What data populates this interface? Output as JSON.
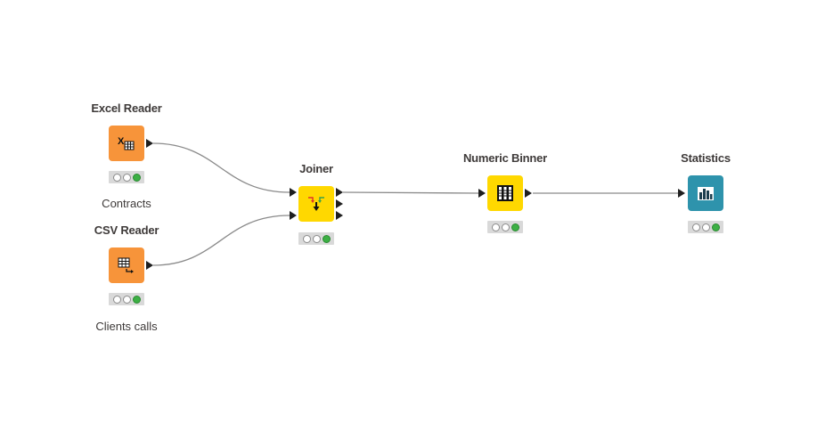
{
  "workflow": {
    "nodes": {
      "excel_reader": {
        "title": "Excel Reader",
        "label": "Contracts",
        "icon": "excel-table-icon",
        "color": "#f7943a",
        "status": [
          "off",
          "off",
          "on"
        ]
      },
      "csv_reader": {
        "title": "CSV Reader",
        "label": "Clients calls",
        "icon": "csv-table-arrow-icon",
        "color": "#f7943a",
        "status": [
          "off",
          "off",
          "on"
        ]
      },
      "joiner": {
        "title": "Joiner",
        "label": "",
        "icon": "join-arrows-icon",
        "color": "#ffd800",
        "status": [
          "off",
          "off",
          "on"
        ]
      },
      "numeric_binner": {
        "title": "Numeric Binner",
        "label": "",
        "icon": "bins-grid-icon",
        "color": "#ffd800",
        "status": [
          "off",
          "off",
          "on"
        ]
      },
      "statistics": {
        "title": "Statistics",
        "label": "",
        "icon": "bar-chart-icon",
        "color": "#2e93ac",
        "status": [
          "off",
          "off",
          "on"
        ]
      }
    },
    "colors": {
      "connection": "#7f7f7f",
      "port": "#1f1f1f",
      "status_on": "#3cb044",
      "status_off": "#ffffff"
    }
  }
}
